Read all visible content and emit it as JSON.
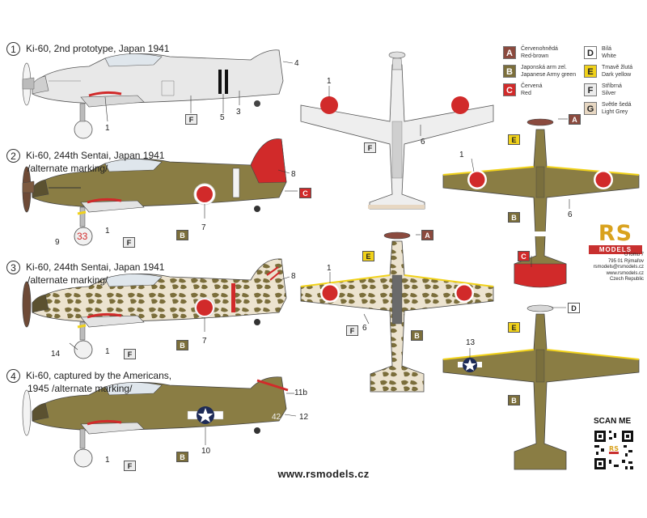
{
  "schemes": [
    {
      "number": "1",
      "title": "Ki-60, 2nd prototype, Japan 1941",
      "subtitle": ""
    },
    {
      "number": "2",
      "title": "Ki-60, 244th Sentai, Japan 1941",
      "subtitle": "/alternate marking/"
    },
    {
      "number": "3",
      "title": "Ki-60, 244th Sentai, Japan 1941",
      "subtitle": "/alternate marking/"
    },
    {
      "number": "4",
      "title": "Ki-60, captured by the Americans,",
      "subtitle": "1945 /alternate marking/"
    }
  ],
  "colors": [
    {
      "code": "A",
      "name_cz": "Červenohnědá",
      "name_en": "Red-brown",
      "hex": "#8b4a3e"
    },
    {
      "code": "B",
      "name_cz": "Japonská arm zel.",
      "name_en": "Japanese Army green",
      "hex": "#7b6e3b"
    },
    {
      "code": "C",
      "name_cz": "Červená",
      "name_en": "Red",
      "hex": "#d12a2a"
    },
    {
      "code": "D",
      "name_cz": "Bílá",
      "name_en": "White",
      "hex": "#ffffff"
    },
    {
      "code": "E",
      "name_cz": "Tmavě žlutá",
      "name_en": "Dark yellow",
      "hex": "#f1d21a"
    },
    {
      "code": "F",
      "name_cz": "Stříbrná",
      "name_en": "Silver",
      "hex": "#ececec"
    },
    {
      "code": "G",
      "name_cz": "Světle šedá",
      "name_en": "Light Grey",
      "hex": "#e7d7c2"
    }
  ],
  "callouts": {
    "s1": [
      "4",
      "1",
      "5",
      "3",
      "F"
    ],
    "s2": [
      "8",
      "C",
      "7",
      "9",
      "33",
      "1",
      "F",
      "B"
    ],
    "s3": [
      "8",
      "7",
      "14",
      "1",
      "F",
      "B"
    ],
    "s4": [
      "11b",
      "12",
      "42",
      "10",
      "1",
      "F",
      "B"
    ],
    "top1": [
      "1",
      "F",
      "6"
    ],
    "top2": [
      "A",
      "E",
      "1",
      "6",
      "B",
      "C"
    ],
    "top3": [
      "A",
      "E",
      "1",
      "F",
      "6",
      "B"
    ],
    "top4": [
      "D",
      "E",
      "13",
      "B"
    ]
  },
  "brand": {
    "logo": "RS",
    "logo_bar": "MODELS",
    "address": [
      "U lomu 7",
      "795 01 Rýmařov",
      "rsmodels@rsmodels.cz",
      "www.rsmodels.cz",
      "Czech Republic"
    ],
    "scan_label": "SCAN ME",
    "url": "www.rsmodels.cz"
  }
}
